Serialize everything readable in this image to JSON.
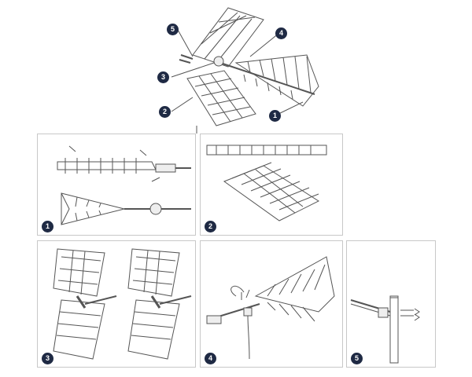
{
  "overview": {
    "callouts": [
      "5",
      "4",
      "3",
      "2",
      "1"
    ]
  },
  "steps": [
    {
      "number": "1"
    },
    {
      "number": "2"
    },
    {
      "number": "3"
    },
    {
      "number": "4"
    },
    {
      "number": "5"
    }
  ],
  "colors": {
    "line": "#555555",
    "badge": "#1f2a44",
    "panel_border": "#c8c8c8"
  }
}
